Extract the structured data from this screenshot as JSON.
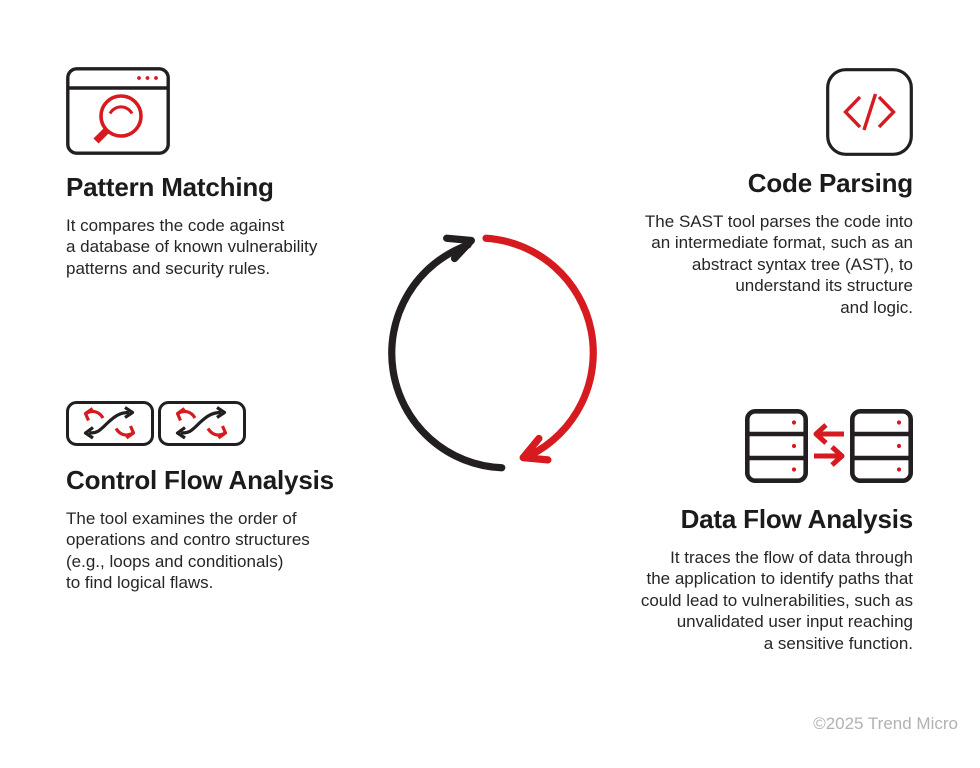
{
  "sections": {
    "pattern_matching": {
      "title": "Pattern Matching",
      "description": "It compares the code against\na database of known vulnerability\npatterns and security rules."
    },
    "code_parsing": {
      "title": "Code Parsing",
      "description": "The SAST tool parses the code into\nan intermediate format, such as an\nabstract syntax tree (AST), to\nunderstand its structure\nand logic."
    },
    "control_flow": {
      "title": "Control Flow Analysis",
      "description": "The tool examines the order of\noperations and contro structures\n(e.g., loops and conditionals)\nto find logical flaws."
    },
    "data_flow": {
      "title": "Data Flow Analysis",
      "description": "It traces the flow of data through\nthe application to identify paths that\ncould lead to vulnerabilities, such as\nunvalidated user input reaching\na sensitive function."
    }
  },
  "icons": {
    "pattern_matching": "browser-search-icon",
    "code_parsing": "code-brackets-icon",
    "control_flow": "shuffle-flow-icon",
    "data_flow": "server-sync-icon",
    "center": "cycle-arrows-icon"
  },
  "footer": {
    "copyright": "©2025 Trend Micro"
  },
  "colors": {
    "accent_red": "#d71920",
    "ink_black": "#231f20",
    "body_text": "#262626",
    "muted_gray": "#b3b2b2",
    "background": "#ffffff"
  }
}
